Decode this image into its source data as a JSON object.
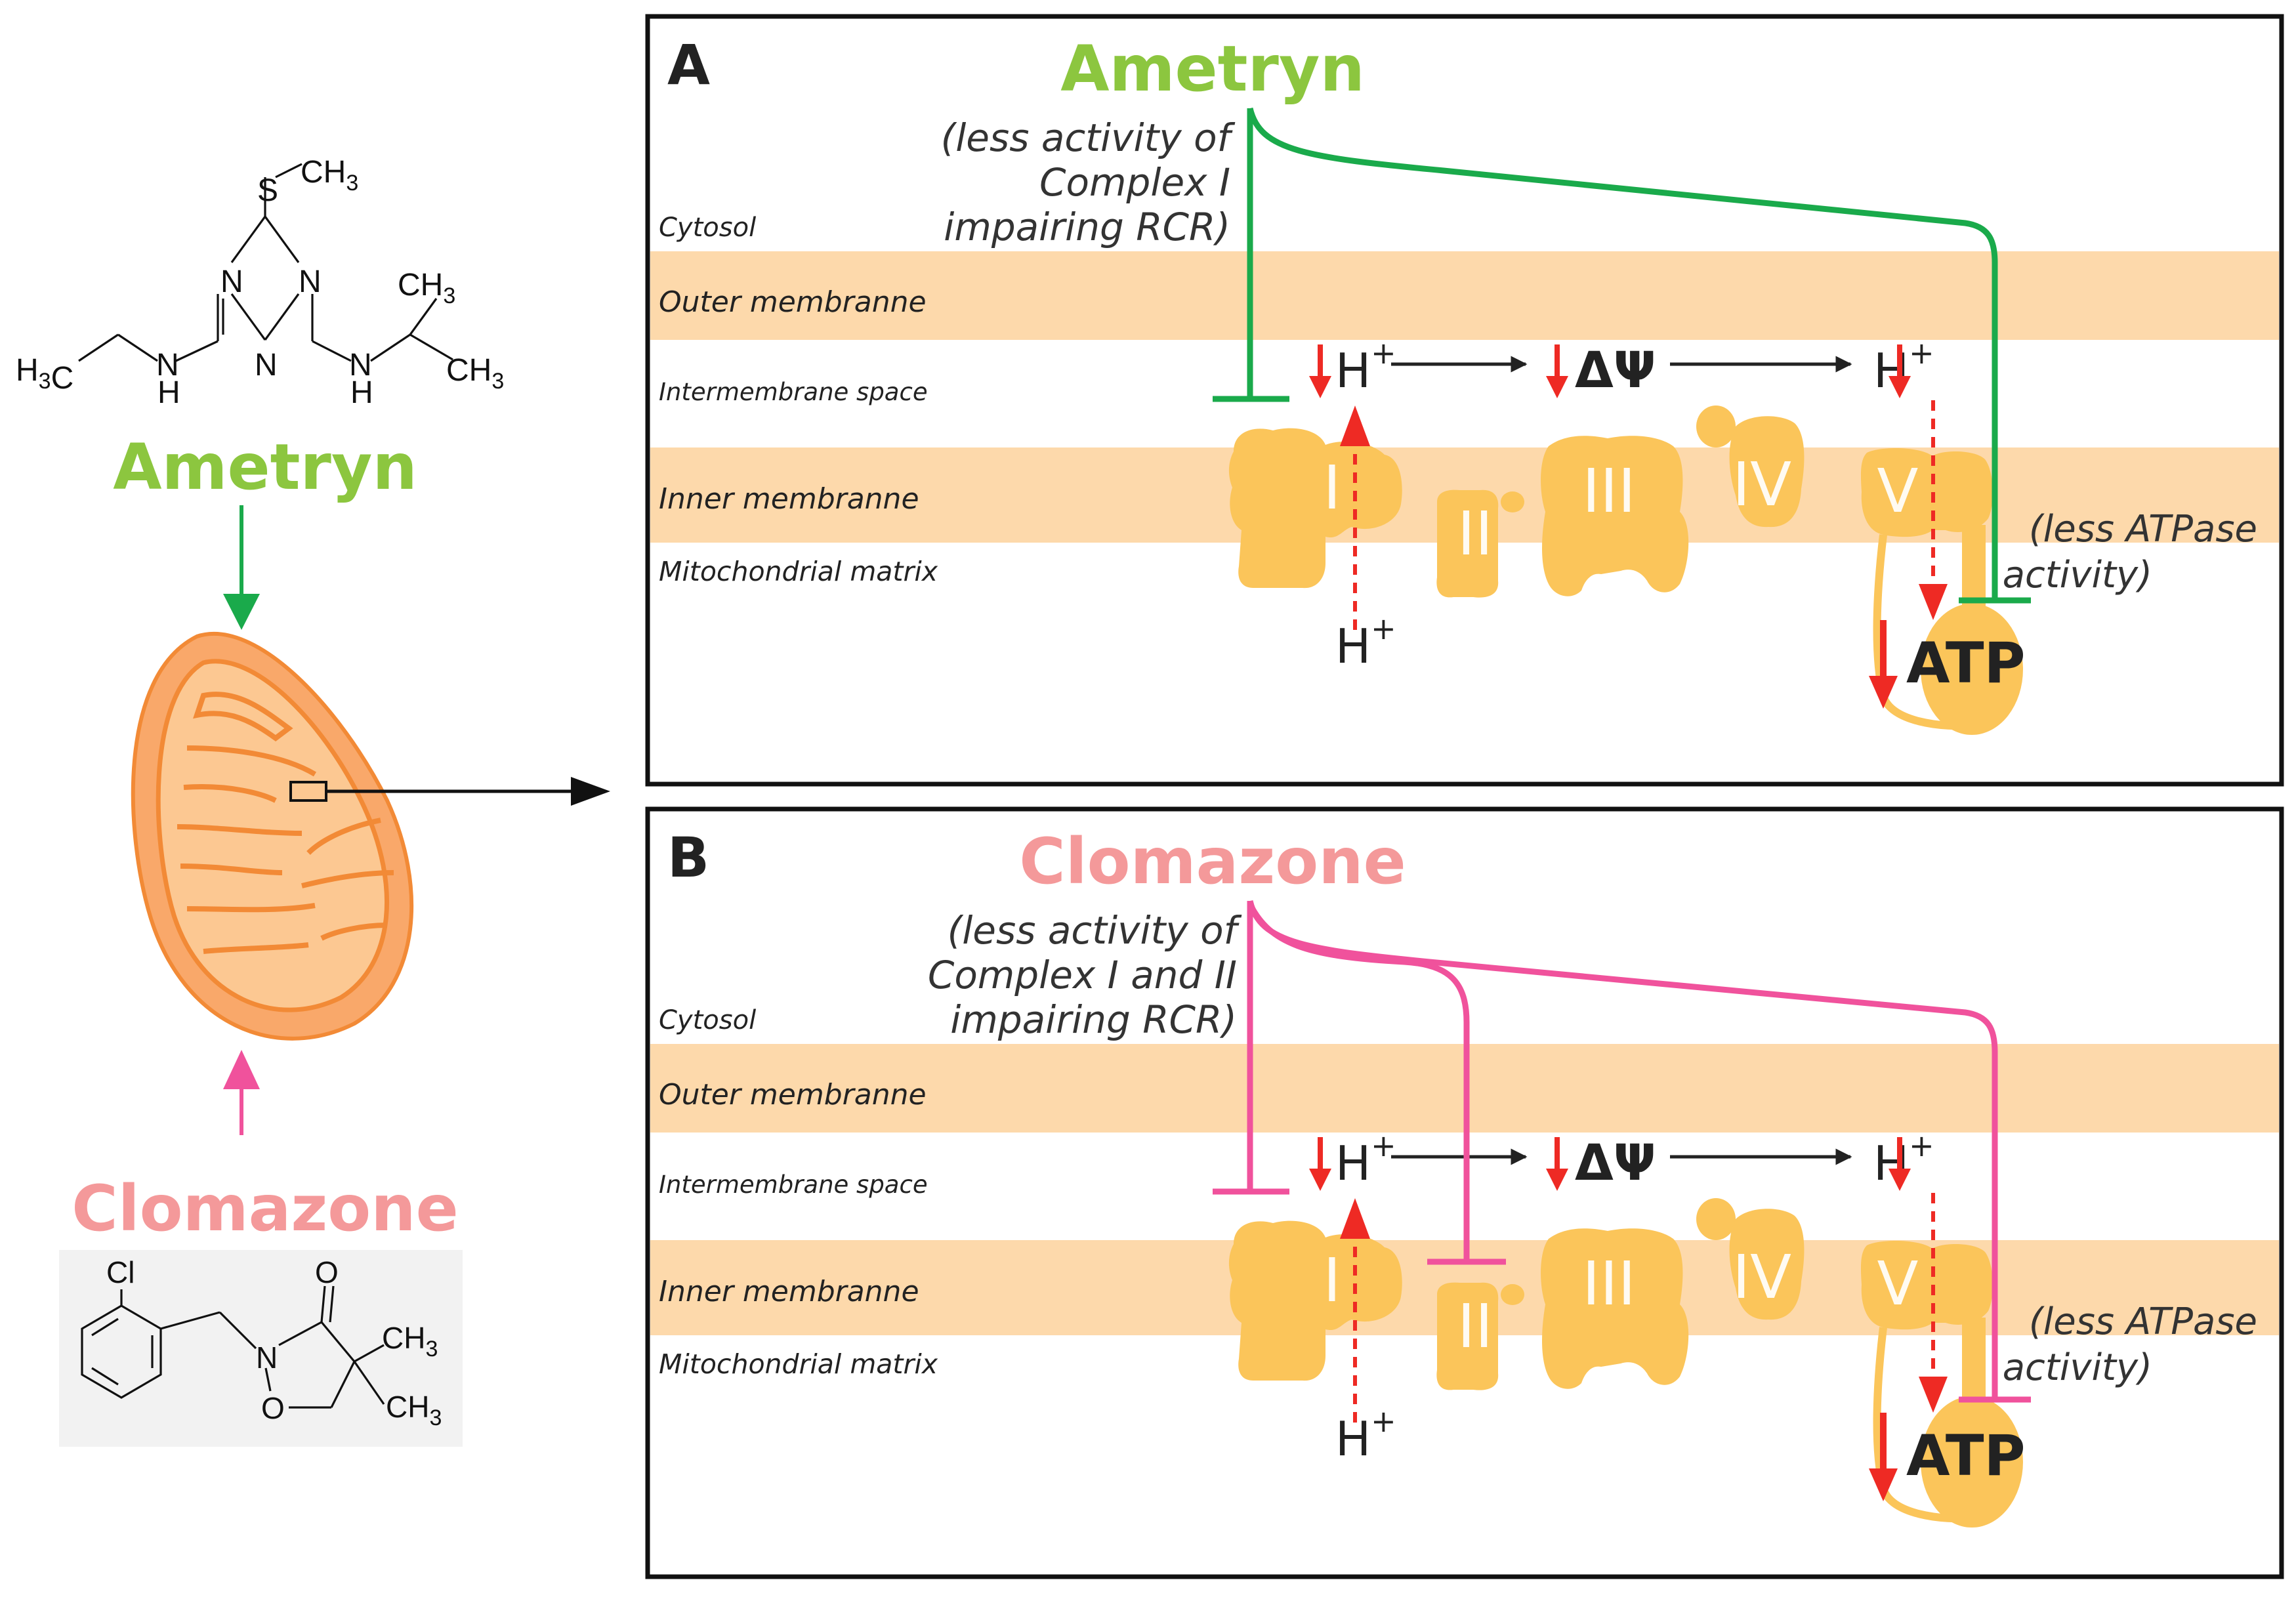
{
  "left": {
    "ametryn_label": "Ametryn",
    "clomazone_label": "Clomazone",
    "ametryn_structure": {
      "ch3_top": "CH3",
      "h3c": "H3C",
      "ch3_right_top": "CH3",
      "ch3_right_bottom": "CH3",
      "n": "N",
      "h": "H",
      "s": "S"
    },
    "clomazone_structure": {
      "cl": "Cl",
      "o_keto": "O",
      "n": "N",
      "o_ring": "O",
      "ch3_a": "CH3",
      "ch3_b": "CH3"
    }
  },
  "panels": [
    {
      "letter": "A",
      "herbicide": "Ametryn",
      "herbicide_color": "#8cc63f",
      "inhibition_color": "#1aaa4b",
      "complex_note": [
        "(less activity of",
        "Complex I",
        "impairing RCR)"
      ],
      "atpase_note": [
        "(less ATPase",
        "activity)"
      ]
    },
    {
      "letter": "B",
      "herbicide": "Clomazone",
      "herbicide_color": "#f4999a",
      "inhibition_color": "#f0529c",
      "complex_note": [
        "(less activity of",
        "Complex I and II",
        "impairing RCR)"
      ],
      "atpase_note": [
        "(less ATPase",
        "activity)"
      ]
    }
  ],
  "layers": {
    "cytosol": "Cytosol",
    "outer": "Outer membranne",
    "ims": "Intermembrane space",
    "inner": "Inner membranne",
    "matrix": "Mitochondrial matrix"
  },
  "complexes": [
    "I",
    "II",
    "III",
    "IV",
    "V"
  ],
  "symbols": {
    "proton": "H",
    "plus": "+",
    "potential": "ΔΨ",
    "atp": "ATP"
  },
  "colors": {
    "membrane": "#fdd9ab",
    "complex": "#fbc55a",
    "arrow_down": "#ee2a24",
    "mito_outer": "#f9a86a",
    "mito_inner": "#fcc892",
    "mito_stroke": "#f28a36"
  }
}
